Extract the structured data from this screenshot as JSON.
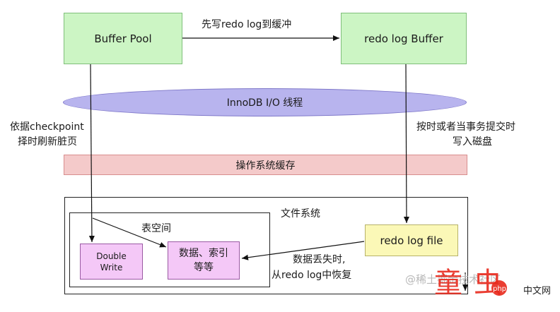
{
  "nodes": {
    "buffer_pool": "Buffer Pool",
    "redo_log_buffer": "redo log Buffer",
    "innodb_io": "InnoDB I/O 线程",
    "os_cache": "操作系统缓存",
    "file_system": "文件系统",
    "tablespace": "表空间",
    "double_write_line1": "Double",
    "double_write_line2": "Write",
    "data_index_line1": "数据、索引",
    "data_index_line2": "等等",
    "redo_log_file": "redo log file"
  },
  "edges": {
    "write_redo_first": "先写redo log到缓冲",
    "checkpoint_line1": "依据checkpoint",
    "checkpoint_line2": "择时刷新脏页",
    "commit_line1": "按时或者当事务提交时",
    "commit_line2": "写入磁盘",
    "recover_line1": "数据丢失时,",
    "recover_line2": "从redo log中恢复"
  },
  "watermark": {
    "site_text": "@稀土掘金技术社区",
    "brand_text": "中文网"
  },
  "colors": {
    "green": "#ccf5c4",
    "pink": "#f4c8f7",
    "yellow": "#fbf8b7",
    "os_cache": "#f4caca",
    "ellipse": "#b8b4ee",
    "brand_red": "#e8291c"
  }
}
